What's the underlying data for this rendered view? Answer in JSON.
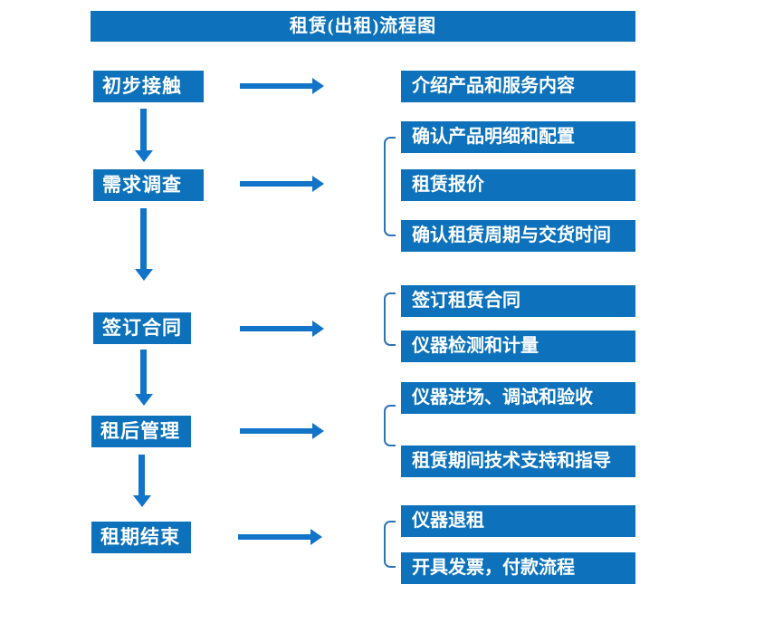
{
  "header": {
    "title": "租赁(出租)流程图"
  },
  "colors": {
    "box_blue": "#0d72bb",
    "arrow_blue": "#1274c9",
    "bracket_blue": "#2e74b5",
    "text_white": "#ffffff",
    "background": "#ffffff"
  },
  "flow": [
    {
      "step": "初步接触",
      "details": [
        "介绍产品和服务内容"
      ]
    },
    {
      "step": "需求调查",
      "details": [
        "确认产品明细和配置",
        "租赁报价",
        "确认租赁周期与交货时间"
      ]
    },
    {
      "step": "签订合同",
      "details": [
        "签订租赁合同",
        "仪器检测和计量"
      ]
    },
    {
      "step": "租后管理",
      "details": [
        "仪器进场、调试和验收",
        "租赁期间技术支持和指导"
      ]
    },
    {
      "step": "租期结束",
      "details": [
        "仪器退租",
        "开具发票，付款流程"
      ]
    }
  ]
}
